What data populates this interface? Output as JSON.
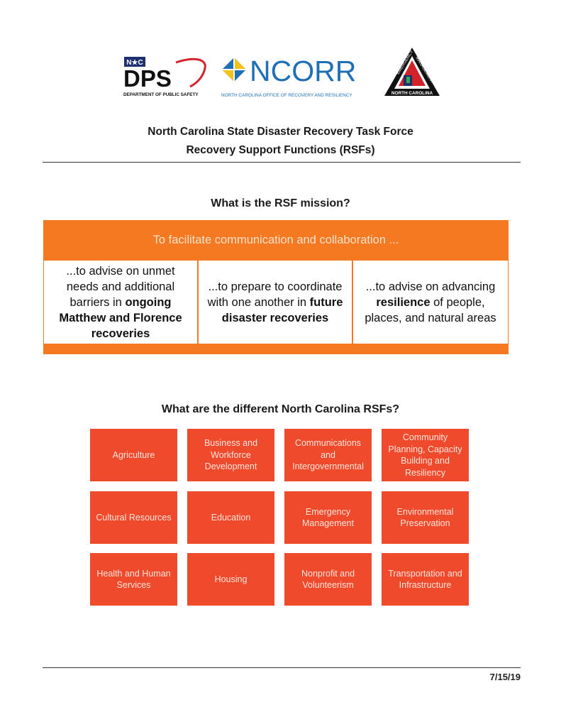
{
  "logos": {
    "dps": {
      "badge": "N★C",
      "wordmark": "DPS",
      "caption": "DEPARTMENT OF PUBLIC SAFETY"
    },
    "ncorr": {
      "wordmark": "NCORR",
      "caption": "NORTH CAROLINA OFFICE OF RECOVERY AND RESILIENCY"
    },
    "emergency_management": {
      "left_text": "EMERGENCY",
      "right_text": "MANAGEMENT",
      "bottom_text": "NORTH CAROLINA"
    }
  },
  "header": {
    "title_line1": "North Carolina State Disaster Recovery Task Force",
    "title_line2": "Recovery Support Functions (RSFs)"
  },
  "mission": {
    "heading": "What is the RSF mission?",
    "banner": "To facilitate communication and collaboration ...",
    "cells": [
      {
        "pre": "...to advise on unmet needs and additional barriers in ",
        "bold": "ongoing Matthew and Florence recoveries",
        "post": ""
      },
      {
        "pre": "...to prepare to coordinate with one another in ",
        "bold": "future disaster recoveries",
        "post": ""
      },
      {
        "pre": "...to advise on advancing ",
        "bold": "resilience",
        "post": " of people, places, and natural areas"
      }
    ]
  },
  "rsfs": {
    "heading": "What are the different North Carolina RSFs?",
    "items": [
      "Agriculture",
      "Business and Workforce Development",
      "Communications and Intergovernmental",
      "Community Planning, Capacity Building and Resiliency",
      "Cultural Resources",
      "Education",
      "Emergency Management",
      "Environmental Preservation",
      "Health and Human Services",
      "Housing",
      "Nonprofit and Volunteerism",
      "Transportation and Infrastructure"
    ]
  },
  "footer": {
    "date": "7/15/19"
  },
  "colors": {
    "orange_banner": "#f47920",
    "rsf_tile": "#f04a2c",
    "dps_red": "#d2232a",
    "ncorr_blue": "#1f6fb5",
    "ncorr_yellow": "#f2c21b"
  }
}
